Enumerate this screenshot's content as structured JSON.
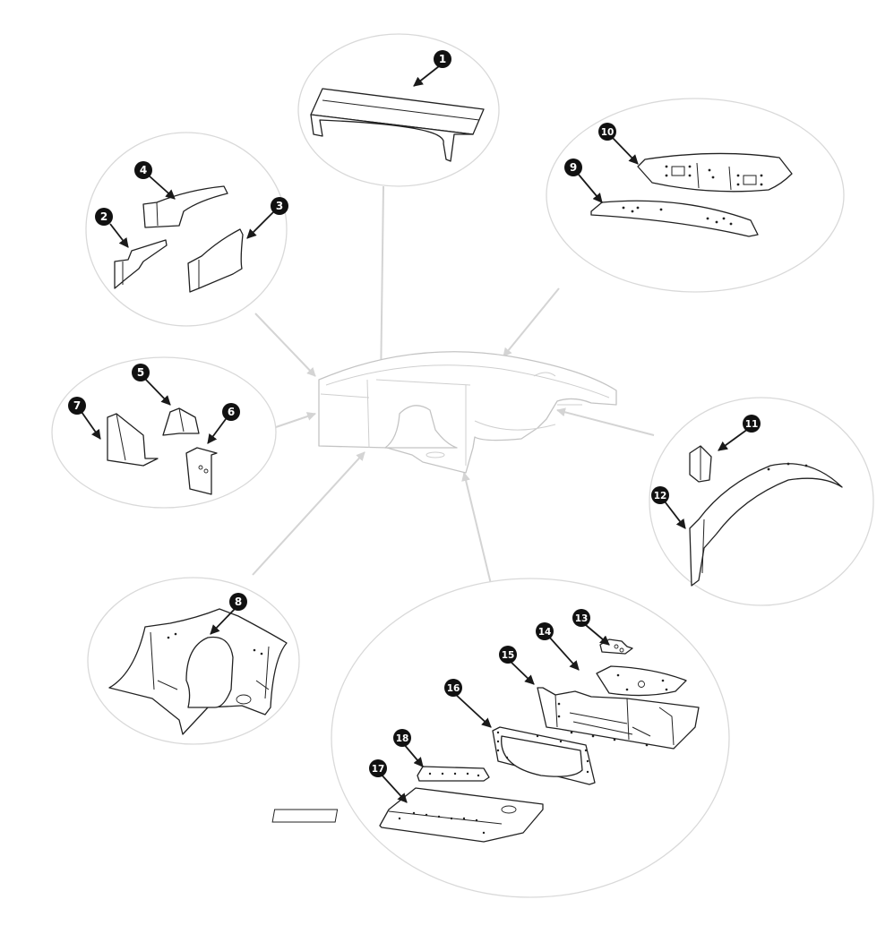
{
  "title": "",
  "colors": {
    "line": "#222222",
    "bubble_outline": "#d9d9d9",
    "connector": "#d4d4d4",
    "assembly_ghost": "#c4c4c4",
    "badge_fill": "#111111",
    "badge_text": "#ffffff"
  },
  "callouts": [
    {
      "number": "1"
    },
    {
      "number": "2"
    },
    {
      "number": "3"
    },
    {
      "number": "4"
    },
    {
      "number": "5"
    },
    {
      "number": "6"
    },
    {
      "number": "7"
    },
    {
      "number": "8"
    },
    {
      "number": "9"
    },
    {
      "number": "10"
    },
    {
      "number": "11"
    },
    {
      "number": "12"
    },
    {
      "number": "13"
    },
    {
      "number": "14"
    },
    {
      "number": "15"
    },
    {
      "number": "16"
    },
    {
      "number": "17"
    },
    {
      "number": "18"
    }
  ]
}
